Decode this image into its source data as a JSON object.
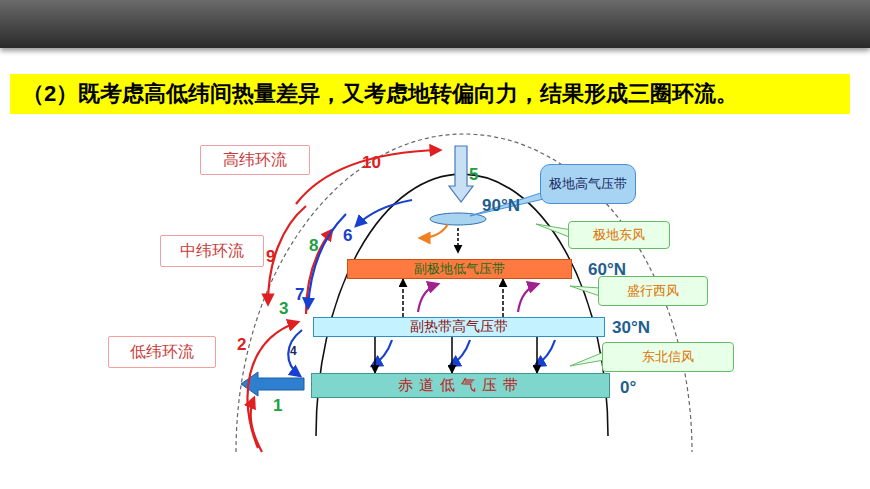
{
  "diagram": {
    "title": "（2）既考虑高低纬间热量差异，又考虑地转偏向力，结果形成三圈环流。",
    "nodes": [
      {
        "text": [
          "高纬环流"
        ]
      },
      {
        "text": [
          "中纬环流"
        ]
      },
      {
        "text": [
          "低纬环流"
        ]
      },
      {
        "text": [
          "极地高气压带"
        ]
      },
      {
        "text": [
          "极地东风"
        ]
      },
      {
        "text": [
          "副极地低气压带"
        ]
      },
      {
        "text": [
          "盛行西风"
        ]
      },
      {
        "text": [
          "副热带高气压带"
        ]
      },
      {
        "text": [
          "东北信风"
        ]
      },
      {
        "text": [
          "赤道低气压带"
        ]
      }
    ],
    "edges": [
      {
        "from": 7,
        "to": 9,
        "arrow": "to"
      },
      {
        "from": 7,
        "to": 9,
        "arrow": "to"
      },
      {
        "from": 7,
        "to": 9,
        "arrow": "to"
      },
      {
        "from": 7,
        "to": 5,
        "arrow": "to"
      },
      {
        "from": 7,
        "to": 5,
        "arrow": "to"
      }
    ],
    "labels": [
      "90°N",
      "60°N",
      "30°N",
      "0°",
      "1",
      "2",
      "3",
      "4",
      "5",
      "6",
      "7",
      "8",
      "9",
      "10"
    ]
  }
}
